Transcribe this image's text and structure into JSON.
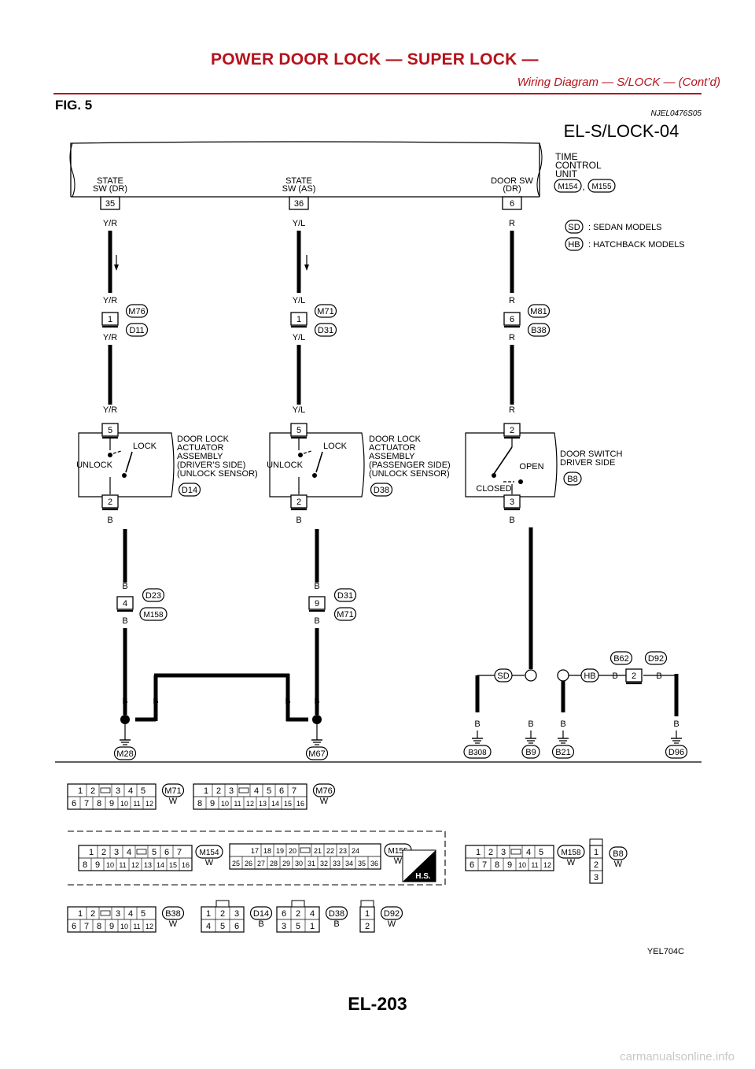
{
  "header": {
    "title": "POWER DOOR LOCK — SUPER LOCK —",
    "subtitle": "Wiring Diagram — S/LOCK — (Cont’d)"
  },
  "figure": {
    "label": "FIG. 5",
    "ref_code": "NJEL0476S05",
    "diagram_id": "EL-S/LOCK-04",
    "image_code": "YEL704C"
  },
  "unit": {
    "lines": [
      "TIME",
      "CONTROL",
      "UNIT"
    ],
    "connectors": [
      "M154",
      "M155"
    ],
    "separator": ","
  },
  "legend": [
    {
      "badge": "SD",
      "text": ": SEDAN MODELS"
    },
    {
      "badge": "HB",
      "text": ": HATCHBACK MODELS"
    }
  ],
  "unit_terminals": [
    {
      "label_lines": [
        "STATE",
        "SW (DR)"
      ],
      "pin": "35",
      "wire": "Y/R"
    },
    {
      "label_lines": [
        "STATE",
        "SW (AS)"
      ],
      "pin": "36",
      "wire": "Y/L"
    },
    {
      "label_lines": [
        "DOOR SW",
        "(DR)"
      ],
      "pin": "6",
      "wire": "R"
    }
  ],
  "junctions": [
    {
      "pin": "1",
      "wire_top": "Y/R",
      "wire_bottom": "Y/R",
      "conn_top": "M76",
      "conn_bottom": "D11"
    },
    {
      "pin": "1",
      "wire_top": "Y/L",
      "wire_bottom": "Y/L",
      "conn_top": "M71",
      "conn_bottom": "D31"
    },
    {
      "pin": "6",
      "wire_top": "R",
      "wire_bottom": "R",
      "conn_top": "M81",
      "conn_bottom": "B38"
    }
  ],
  "devices": [
    {
      "wire_in": "Y/R",
      "pin_top": "5",
      "pin_bottom": "2",
      "wire_out": "B",
      "sw_left": "UNLOCK",
      "sw_right": "LOCK",
      "name_lines": [
        "DOOR LOCK",
        "ACTUATOR",
        "ASSEMBLY",
        "(DRIVER’S SIDE)",
        "(UNLOCK SENSOR)"
      ],
      "connector": "D14"
    },
    {
      "wire_in": "Y/L",
      "pin_top": "5",
      "pin_bottom": "2",
      "wire_out": "B",
      "sw_left": "UNLOCK",
      "sw_right": "LOCK",
      "name_lines": [
        "DOOR LOCK",
        "ACTUATOR",
        "ASSEMBLY",
        "(PASSENGER SIDE)",
        "(UNLOCK SENSOR)"
      ],
      "connector": "D38"
    },
    {
      "wire_in": "R",
      "pin_top": "2",
      "pin_bottom": "3",
      "wire_out": "B",
      "sw_left": "CLOSED",
      "sw_right": "OPEN",
      "name_lines": [
        "DOOR SWITCH",
        "DRIVER SIDE"
      ],
      "connector": "B8"
    }
  ],
  "lower_junctions": [
    {
      "pin": "4",
      "wire_top": "B",
      "wire_bottom": "B",
      "conn_top": "D23",
      "conn_bottom": "M158"
    },
    {
      "pin": "9",
      "wire_top": "B",
      "wire_bottom": "B",
      "conn_top": "D31",
      "conn_bottom": "M71"
    }
  ],
  "hb_junction": {
    "pin": "2",
    "conn_top_left": "B62",
    "conn_top_right": "D92",
    "wire_left": "B",
    "wire_right": "B"
  },
  "grounds": [
    {
      "name": "M28",
      "wires": [
        "B",
        "B"
      ]
    },
    {
      "name": "M67",
      "wires": [
        "B",
        "B"
      ]
    },
    {
      "name": "B308",
      "wires": [
        "B"
      ]
    },
    {
      "name": "B9",
      "wires": [
        "B"
      ]
    },
    {
      "name": "B21",
      "wires": [
        "B"
      ]
    },
    {
      "name": "D96",
      "wires": [
        "B"
      ]
    }
  ],
  "connector_views": [
    {
      "name": "M71",
      "color": "W",
      "rows": [
        [
          "1",
          "2",
          "",
          "3",
          "4",
          "5"
        ],
        [
          "6",
          "7",
          "8",
          "9",
          "10",
          "11",
          "12"
        ]
      ]
    },
    {
      "name": "M76",
      "color": "W",
      "rows": [
        [
          "1",
          "2",
          "3",
          "",
          "4",
          "5",
          "6",
          "7"
        ],
        [
          "8",
          "9",
          "10",
          "11",
          "12",
          "13",
          "14",
          "15",
          "16"
        ]
      ]
    },
    {
      "name": "M154",
      "color": "W",
      "rows": [
        [
          "1",
          "2",
          "3",
          "4",
          "",
          "5",
          "6",
          "7"
        ],
        [
          "8",
          "9",
          "10",
          "11",
          "12",
          "13",
          "14",
          "15",
          "16"
        ]
      ]
    },
    {
      "name": "M155",
      "color": "W",
      "rows": [
        [
          "17",
          "18",
          "19",
          "20",
          "",
          "21",
          "22",
          "23",
          "24"
        ],
        [
          "25",
          "26",
          "27",
          "28",
          "29",
          "30",
          "31",
          "32",
          "33",
          "34",
          "35",
          "36"
        ]
      ]
    },
    {
      "name": "M158",
      "color": "W",
      "rows": [
        [
          "1",
          "2",
          "3",
          "",
          "4",
          "5"
        ],
        [
          "6",
          "7",
          "8",
          "9",
          "10",
          "11",
          "12"
        ]
      ]
    },
    {
      "name": "B8",
      "color": "W",
      "rows": [
        [
          "1"
        ],
        [
          "2"
        ],
        [
          "3"
        ]
      ]
    },
    {
      "name": "B38",
      "color": "W",
      "rows": [
        [
          "1",
          "2",
          "",
          "3",
          "4",
          "5"
        ],
        [
          "6",
          "7",
          "8",
          "9",
          "10",
          "11",
          "12"
        ]
      ]
    },
    {
      "name": "D14",
      "color": "B",
      "rows": [
        [
          "1",
          "2",
          "3"
        ],
        [
          "4",
          "5",
          "6"
        ]
      ]
    },
    {
      "name": "D38",
      "color": "B",
      "rows": [
        [
          "6",
          "2",
          "4"
        ],
        [
          "3",
          "5",
          "1"
        ]
      ]
    },
    {
      "name": "D92",
      "color": "W",
      "rows": [
        [
          "1"
        ],
        [
          "2"
        ]
      ]
    }
  ],
  "hs_badge": "H.S.",
  "page_number": "EL-203",
  "watermark": "carmanualsonline.info"
}
